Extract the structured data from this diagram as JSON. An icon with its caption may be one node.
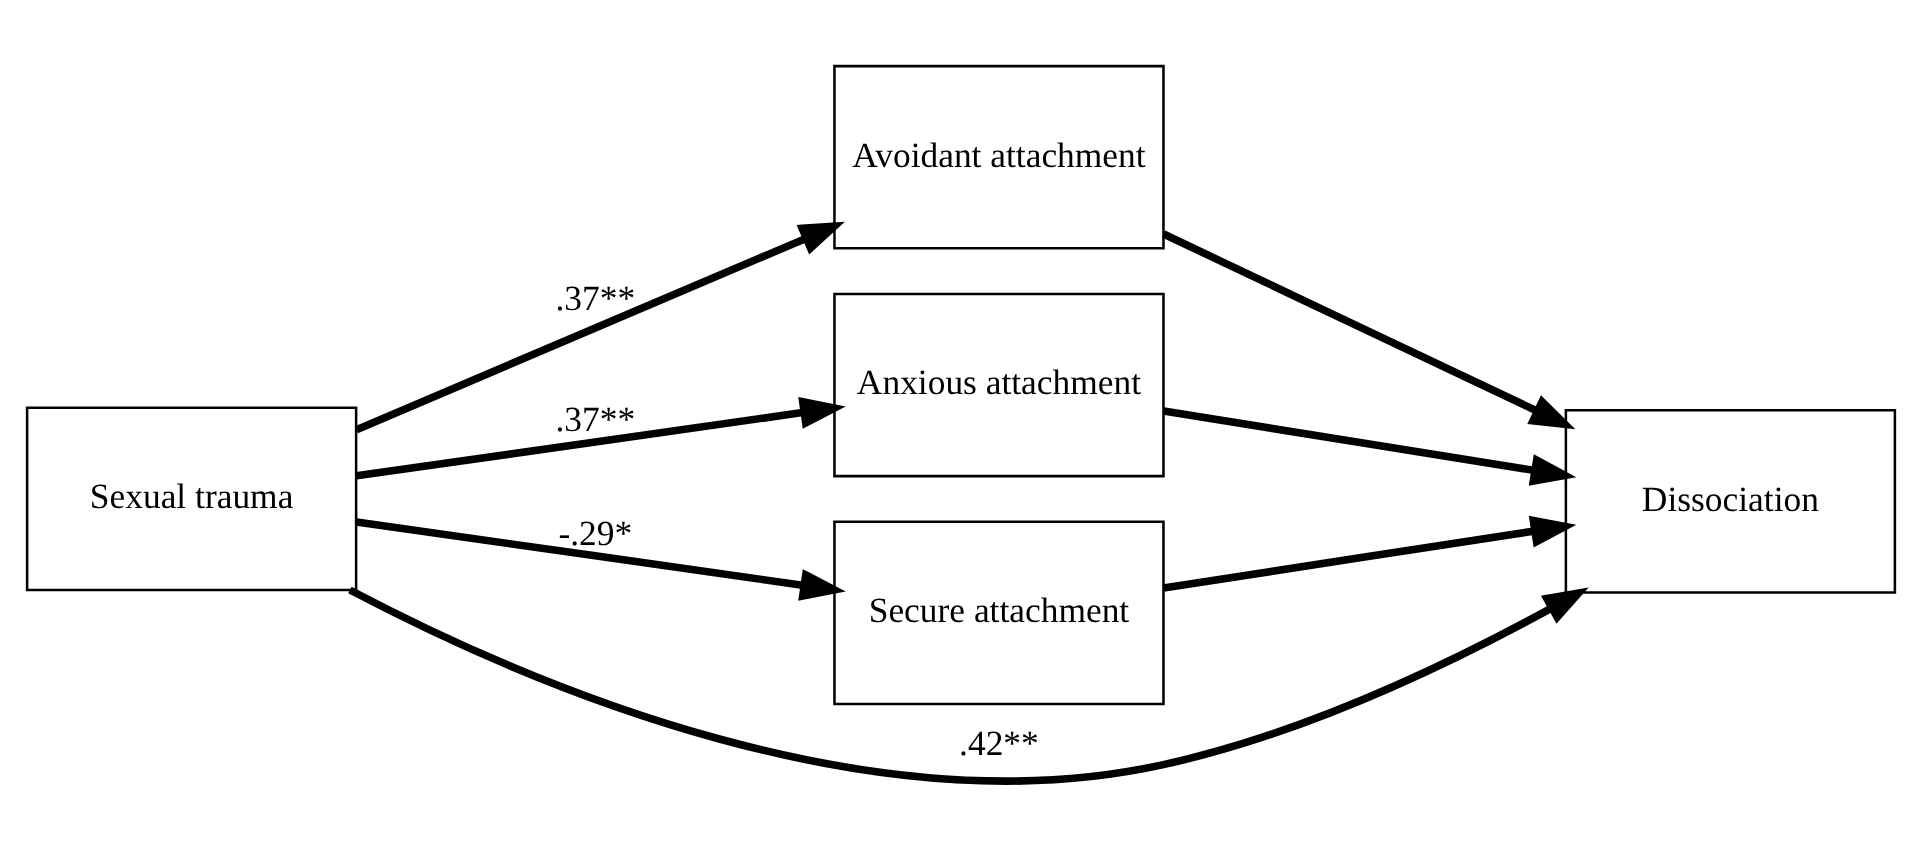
{
  "diagram": {
    "nodes": [
      {
        "text": [
          "Sexual trauma"
        ]
      },
      {
        "text": [
          "Avoidant attachment"
        ]
      },
      {
        "text": [
          "Anxious attachment"
        ]
      },
      {
        "text": [
          "Secure attachment"
        ]
      },
      {
        "text": [
          "Dissociation"
        ]
      }
    ],
    "edges": [
      {
        "from": 0,
        "to": 1,
        "arrow": "to",
        "label": ".37**"
      },
      {
        "from": 0,
        "to": 2,
        "arrow": "to",
        "label": ".37**"
      },
      {
        "from": 0,
        "to": 3,
        "arrow": "to",
        "label": "-.29*"
      },
      {
        "from": 0,
        "to": 4,
        "arrow": "to",
        "label": ".42**"
      },
      {
        "from": 1,
        "to": 4,
        "arrow": "to"
      },
      {
        "from": 2,
        "to": 4,
        "arrow": "to"
      },
      {
        "from": 3,
        "to": 4,
        "arrow": "to"
      }
    ]
  }
}
